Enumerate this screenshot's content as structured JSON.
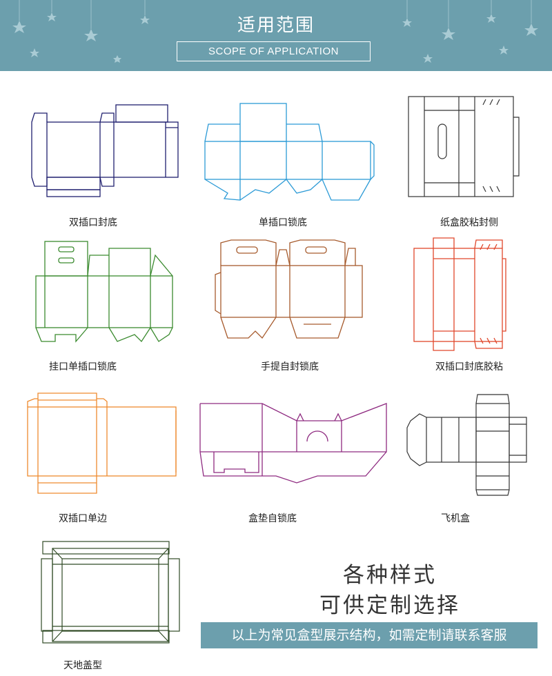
{
  "header": {
    "title": "适用范围",
    "subtitle": "SCOPE OF APPLICATION"
  },
  "boxes": [
    {
      "label": "双插口封底",
      "color": "#1e1e6e"
    },
    {
      "label": "单插口锁底",
      "color": "#2b9ad6"
    },
    {
      "label": "纸盒胶粘封侧",
      "color": "#333333"
    },
    {
      "label": "挂口单插口锁底",
      "color": "#3a8a2e"
    },
    {
      "label": "手提自封锁底",
      "color": "#a65a2c"
    },
    {
      "label": "双插口封底胶粘",
      "color": "#e0462a"
    },
    {
      "label": "双插口单边",
      "color": "#ef8a2e"
    },
    {
      "label": "盒垫自锁底",
      "color": "#8e2a80"
    },
    {
      "label": "飞机盒",
      "color": "#333333"
    },
    {
      "label": "天地盖型",
      "color": "#2f4a24"
    }
  ],
  "slogan": {
    "line1": "各种样式",
    "line2": "可供定制选择"
  },
  "note": "以上为常见盒型展示结构，如需定制请联系客服",
  "theme": {
    "banner": "#6c9fad",
    "text": "#222222"
  }
}
